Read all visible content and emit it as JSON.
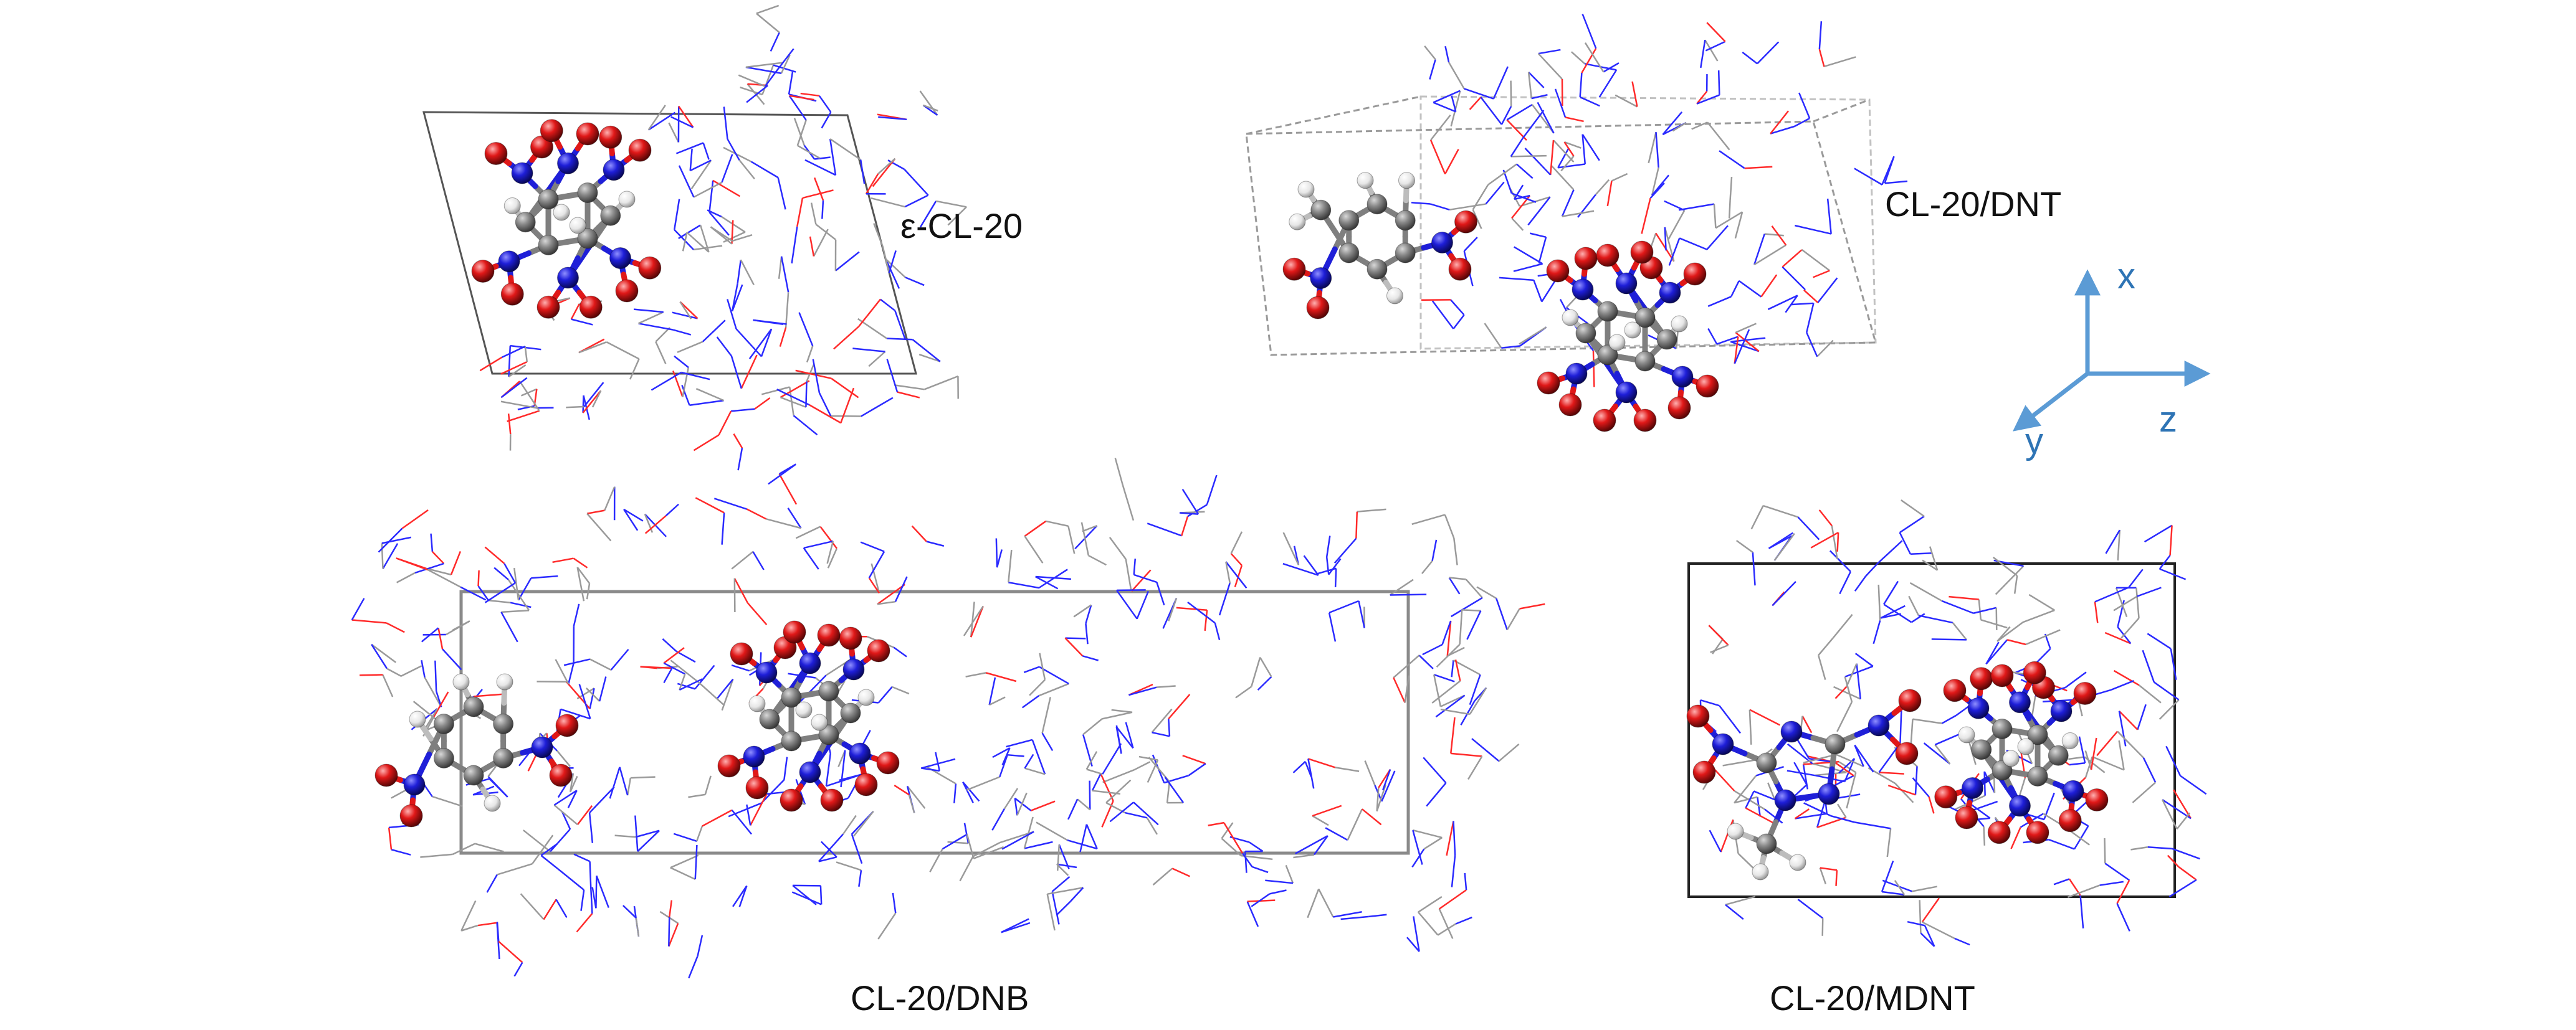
{
  "panels": [
    {
      "id": "e-cl20",
      "label": "ε-CL-20"
    },
    {
      "id": "cl20-dnt",
      "label": "CL-20/DNT"
    },
    {
      "id": "cl20-dnb",
      "label": "CL-20/DNB"
    },
    {
      "id": "cl20-mdnt",
      "label": "CL-20/MDNT"
    }
  ],
  "axes": {
    "x": "x",
    "y": "y",
    "z": "z"
  },
  "colors": {
    "carbon": "#7f7f7f",
    "nitrogen": "#1f1fd8",
    "oxygen": "#e01818",
    "hydrogen": "#f0f0f0",
    "cell_line": "#555555",
    "axis": "#5b9bd5",
    "wire_blue": "#2a2aff",
    "wire_red": "#ff2a2a",
    "wire_gray": "#9a9a9a"
  }
}
